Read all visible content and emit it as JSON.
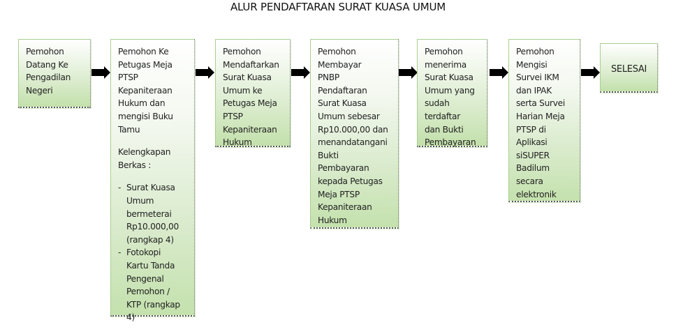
{
  "title": "ALUR PENDAFTARAN SURAT KUASA UMUM",
  "colors": {
    "box_border": "#a9cf8f",
    "box_gradient_top": "#ffffff",
    "box_gradient_bottom": "#c3e0ab",
    "arrow": "#000000"
  },
  "steps": [
    {
      "lines": [
        "Pemohon",
        "Datang Ke",
        "Pengadilan",
        "Negeri"
      ]
    },
    {
      "lines": [
        "Pemohon Ke",
        "Petugas Meja",
        "PTSP",
        "Kepaniteraan",
        "Hukum dan",
        "mengisi Buku",
        "Tamu"
      ],
      "subheading": [
        "Kelengkapan",
        "Berkas :"
      ],
      "requirements": [
        {
          "dash": "-",
          "lines": [
            "Surat Kuasa",
            "Umum",
            "bermeterai",
            "Rp10.000,00",
            "(rangkap 4)"
          ]
        },
        {
          "dash": "-",
          "lines": [
            "Fotokopi",
            "Kartu Tanda",
            "Pengenal",
            "Pemohon /",
            "KTP (rangkap",
            "4)"
          ]
        }
      ]
    },
    {
      "lines": [
        "Pemohon",
        "Mendaftarkan",
        "Surat Kuasa",
        "Umum ke",
        "Petugas Meja",
        "PTSP",
        "Kepaniteraan",
        "Hukum"
      ]
    },
    {
      "lines": [
        "Pemohon",
        "Membayar",
        "PNBP",
        "Pendaftaran",
        "Surat Kuasa",
        "Umum sebesar",
        "Rp10.000,00 dan",
        "menandatangani",
        "Bukti",
        "Pembayaran",
        "kepada Petugas",
        "Meja PTSP",
        "Kepaniteraan",
        "Hukum"
      ]
    },
    {
      "lines": [
        "Pemohon",
        "menerima",
        "Surat Kuasa",
        "Umum yang",
        "sudah",
        "terdaftar",
        "dan Bukti",
        "Pembayaran"
      ]
    },
    {
      "lines": [
        "Pemohon",
        "Mengisi",
        "Survei IKM",
        "dan IPAK",
        "serta Survei",
        "Harian Meja",
        "PTSP di",
        "Aplikasi",
        "siSUPER",
        "Badilum",
        "secara",
        "elektronik"
      ]
    },
    {
      "label": "SELESAI"
    }
  ],
  "arrows": [
    {
      "from": 1,
      "to": 2,
      "icon": "right-arrow-icon"
    },
    {
      "from": 2,
      "to": 3,
      "icon": "right-arrow-icon"
    },
    {
      "from": 3,
      "to": 4,
      "icon": "right-arrow-icon"
    },
    {
      "from": 4,
      "to": 5,
      "icon": "right-arrow-icon"
    },
    {
      "from": 5,
      "to": 6,
      "icon": "right-arrow-icon"
    },
    {
      "from": 6,
      "to": 7,
      "icon": "right-arrow-icon"
    }
  ]
}
